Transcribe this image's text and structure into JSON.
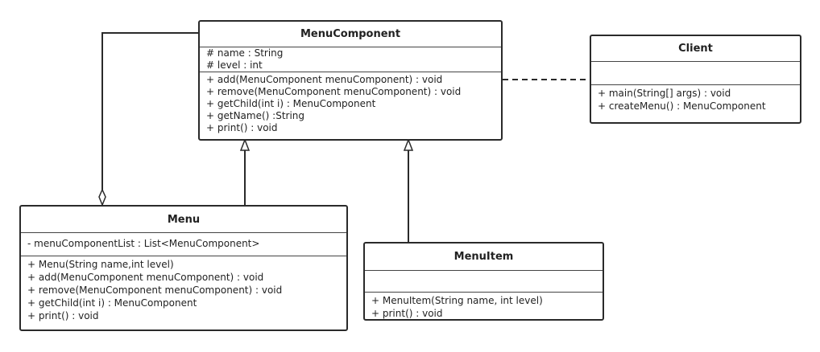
{
  "classes": {
    "menu_component": {
      "name": "MenuComponent",
      "attributes": [
        "# name : String",
        "# level : int"
      ],
      "operations": [
        "+ add(MenuComponent menuComponent) : void",
        "+ remove(MenuComponent menuComponent) : void",
        "+ getChild(int i) : MenuComponent",
        "+ getName() :String",
        "+ print() : void"
      ]
    },
    "client": {
      "name": "Client",
      "attributes": [],
      "operations": [
        "+ main(String[] args) : void",
        "+ createMenu() : MenuComponent"
      ]
    },
    "menu": {
      "name": "Menu",
      "attributes": [
        "- menuComponentList : List<MenuComponent>"
      ],
      "operations": [
        "+ Menu(String name,int level)",
        "+ add(MenuComponent menuComponent) : void",
        "+ remove(MenuComponent menuComponent) : void",
        "+ getChild(int i) : MenuComponent",
        "+ print() : void"
      ]
    },
    "menu_item": {
      "name": "MenuItem",
      "attributes": [],
      "operations": [
        "+ MenuItem(String name, int level)",
        "+ print() : void"
      ]
    }
  },
  "relationships": [
    {
      "type": "dependency",
      "from": "Client",
      "to": "MenuComponent"
    },
    {
      "type": "generalization",
      "from": "Menu",
      "to": "MenuComponent"
    },
    {
      "type": "generalization",
      "from": "MenuItem",
      "to": "MenuComponent"
    },
    {
      "type": "aggregation",
      "from": "Menu",
      "to": "MenuComponent"
    }
  ]
}
